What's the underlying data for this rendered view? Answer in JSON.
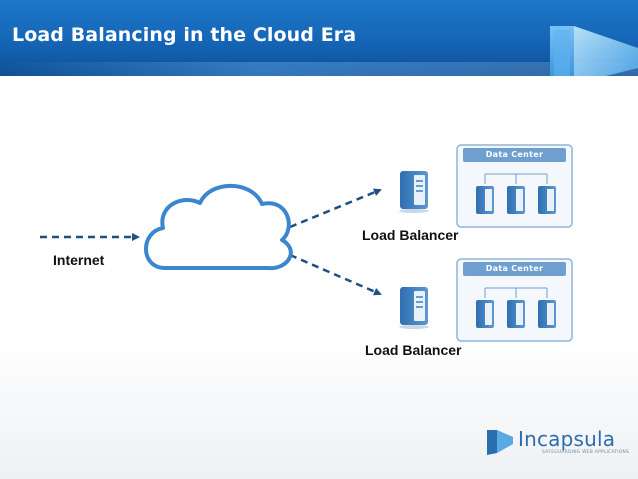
{
  "slide": {
    "title": "Load Balancing in the Cloud Era"
  },
  "diagram": {
    "internet_label": "Internet",
    "load_balancers": [
      {
        "label": "Load Balancer"
      },
      {
        "label": "Load Balancer"
      }
    ],
    "data_centers": [
      {
        "title": "Data Center",
        "server_count": 3
      },
      {
        "title": "Data Center",
        "server_count": 3
      }
    ]
  },
  "brand": {
    "name": "Incapsula",
    "tagline": "SAFEGUARDING WEB APPLICATIONS"
  },
  "colors": {
    "header_blue": "#1565b6",
    "arrow_blue": "#1f4f86",
    "icon_blue": "#3d7fc1",
    "dc_border": "#8fb4d8",
    "dc_title_bar": "#6f9fcf"
  }
}
